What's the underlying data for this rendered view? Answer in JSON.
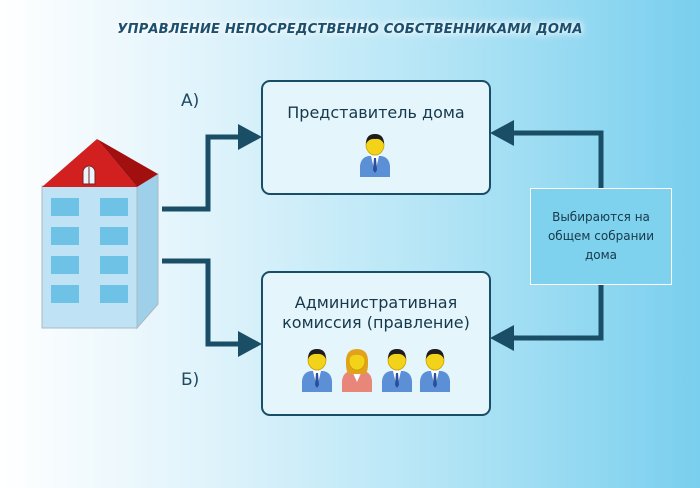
{
  "title": "УПРАВЛЕНИЕ НЕПОСРЕДСТВЕННО СОБСТВЕННИКАМИ ДОМА",
  "labels": {
    "a": "А)",
    "b": "Б)"
  },
  "representative_box": {
    "title": "Представитель дома"
  },
  "commission_box": {
    "line1": "Административная",
    "line2": "комиссия (правление)"
  },
  "election_box": {
    "line1": "Выбираются на",
    "line2": "общем собрании",
    "line3": "дома"
  },
  "colors": {
    "line": "#1a4e66",
    "roof": "#d21f1f",
    "building": "#bfe3f5",
    "window": "#6dc2e6"
  },
  "icons": [
    "house-icon",
    "person-male-icon",
    "person-female-icon"
  ]
}
